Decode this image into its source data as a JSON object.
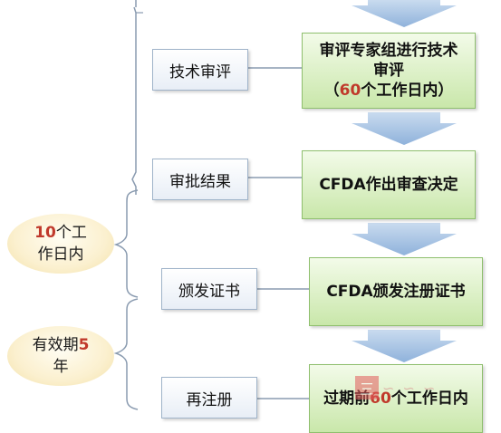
{
  "stages": [
    {
      "id": "tech-review",
      "label": "技术审评"
    },
    {
      "id": "approval-result",
      "label": "审批结果"
    },
    {
      "id": "issue-cert",
      "label": "颁发证书"
    },
    {
      "id": "re-register",
      "label": "再注册"
    }
  ],
  "steps": [
    {
      "id": "expert-review",
      "line1": "审评专家组进行技术",
      "line2": "审评",
      "line3_num": "60",
      "line3_text": "个工作日内"
    },
    {
      "id": "cfda-decision",
      "label": "CFDA作出审查决定"
    },
    {
      "id": "cfda-issue",
      "label": "CFDA颁发注册证书"
    },
    {
      "id": "expiry",
      "pre": "过期前",
      "num": "60",
      "post": "个工作日内"
    }
  ],
  "badges": {
    "ten_days": {
      "num": "10",
      "text1": "个工",
      "text2": "作日内"
    },
    "validity": {
      "text1": "有效期",
      "num": "5",
      "text2": "年"
    }
  },
  "colors": {
    "flow_arrow": "#a9c4e4",
    "step_border": "#8fbf6e",
    "stage_border": "#9fb3c9",
    "highlight_red": "#c0392b"
  }
}
